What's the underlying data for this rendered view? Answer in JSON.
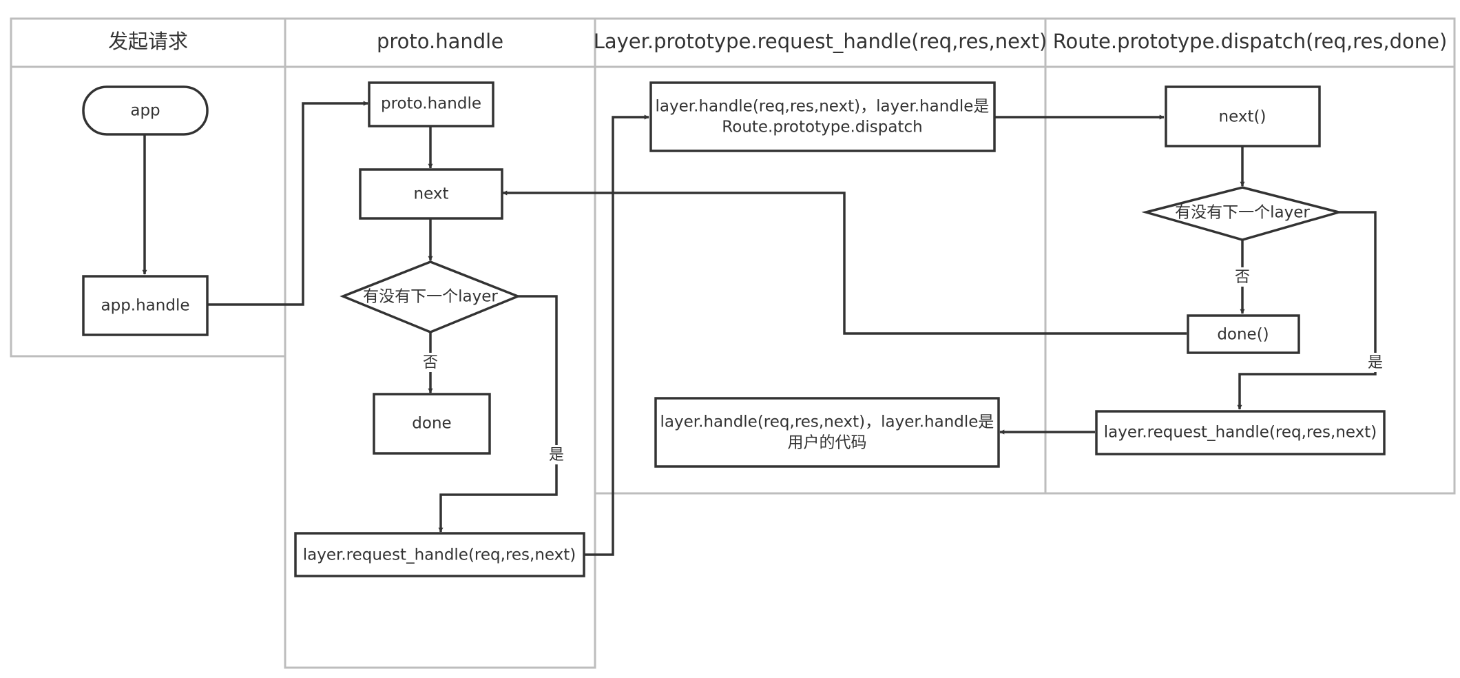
{
  "lanes": [
    {
      "title": "发起请求"
    },
    {
      "title": "proto.handle"
    },
    {
      "title": "Layer.prototype.request_handle(req,res,next)"
    },
    {
      "title": "Route.prototype.dispatch(req,res,done)"
    }
  ],
  "nodes": {
    "app": "app",
    "app_handle": "app.handle",
    "proto_handle": "proto.handle",
    "next": "next",
    "proto_decision": "有没有下一个layer",
    "proto_done": "done",
    "proto_request_handle": "layer.request_handle(req,res,next)",
    "layer_handle_dispatch": [
      "layer.handle(req,res,next)，layer.handle是",
      "Route.prototype.dispatch"
    ],
    "layer_handle_user": [
      "layer.handle(req,res,next)，layer.handle是",
      "用户的代码"
    ],
    "route_next": "next()",
    "route_decision": "有没有下一个layer",
    "route_done": "done()",
    "route_request_handle": "layer.request_handle(req,res,next)"
  },
  "edge_labels": {
    "proto_no": "否",
    "proto_yes": "是",
    "route_no": "否",
    "route_yes": "是"
  },
  "colors": {
    "lane_border": "#bdbdbd",
    "node_stroke": "#333333",
    "text": "#333333"
  }
}
